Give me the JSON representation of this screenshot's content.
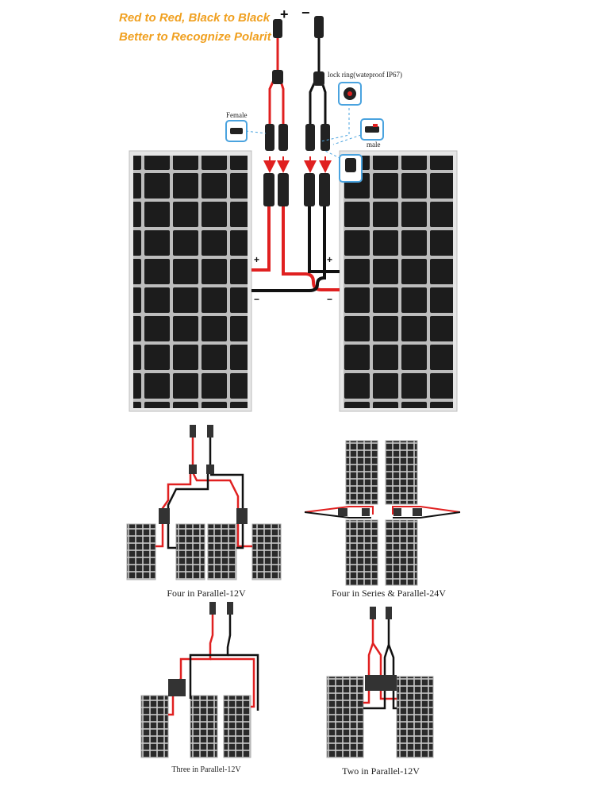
{
  "headline": {
    "line1": "Red to Red, Black to Black",
    "line2": "Better to Recognize Polarit"
  },
  "labels": {
    "female": "Female",
    "male": "male",
    "lock_ring": "lock ring(wateproof IP67)",
    "lock": "lock",
    "plus": "+",
    "minus": "−",
    "panel_plus": "+",
    "panel_minus": "−"
  },
  "captions": {
    "four_parallel": "Four in Parallel-12V",
    "four_series_parallel": "Four in Series & Parallel-24V",
    "three_parallel": "Three in Parallel-12V",
    "two_parallel": "Two in Parallel-12V"
  },
  "colors": {
    "positive_wire": "#e02020",
    "negative_wire": "#111111",
    "accent": "#f0a020",
    "callout": "#4aa3df",
    "cell": "#1c1c1c",
    "frame": "#c9c9c9"
  },
  "icons": [
    "solar-panel-icon",
    "y-branch-connector-icon",
    "mc4-female-connector-icon",
    "mc4-male-connector-icon",
    "lock-ring-icon",
    "arrow-down-icon"
  ]
}
